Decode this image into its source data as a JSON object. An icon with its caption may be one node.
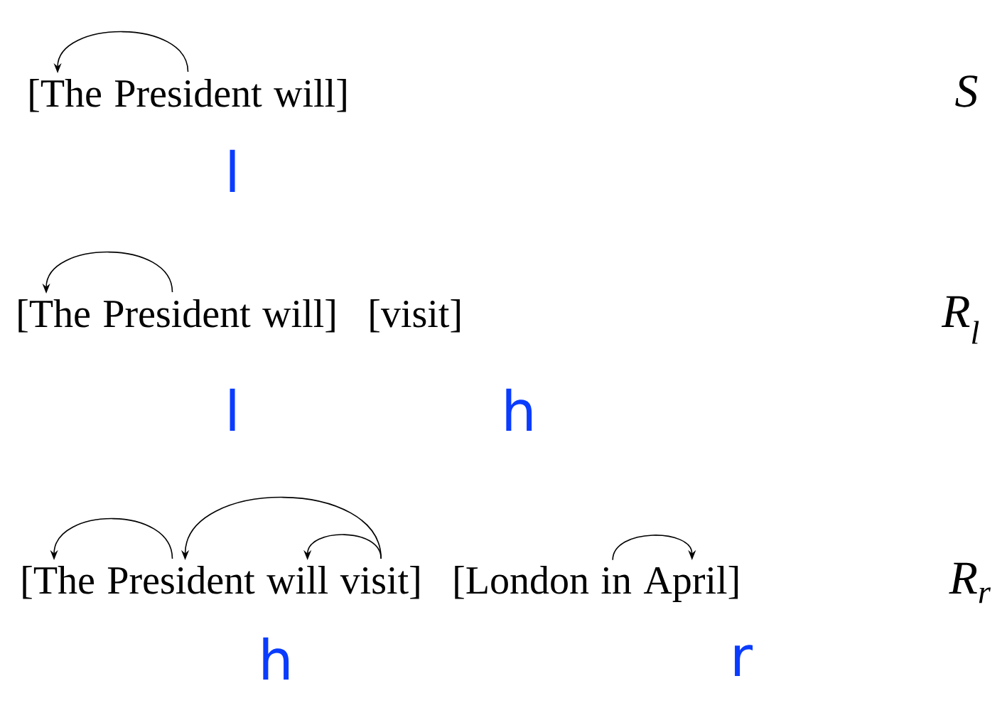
{
  "diagram": {
    "nodes": [
      {
        "text": [
          "[The"
        ]
      },
      {
        "text": [
          "President"
        ]
      },
      {
        "text": [
          "will]"
        ]
      },
      {
        "text": [
          "[The"
        ]
      },
      {
        "text": [
          "President"
        ]
      },
      {
        "text": [
          "will]"
        ]
      },
      {
        "text": [
          "[visit]"
        ]
      },
      {
        "text": [
          "[The"
        ]
      },
      {
        "text": [
          "President"
        ]
      },
      {
        "text": [
          "will"
        ]
      },
      {
        "text": [
          "visit]"
        ]
      },
      {
        "text": [
          "[London"
        ]
      },
      {
        "text": [
          "in"
        ]
      },
      {
        "text": [
          "April]"
        ]
      }
    ],
    "edges": [
      {
        "from": 1,
        "to": 0,
        "arrow": "to"
      },
      {
        "from": 4,
        "to": 3,
        "arrow": "to"
      },
      {
        "from": 8,
        "to": 7,
        "arrow": "to"
      },
      {
        "from": 10,
        "to": 8,
        "arrow": "to"
      },
      {
        "from": 10,
        "to": 9,
        "arrow": "to"
      },
      {
        "from": 12,
        "to": 13,
        "arrow": "to"
      }
    ],
    "labels": [
      "S",
      "l",
      "R$_{l}$",
      "l",
      "h",
      "R$_{r}$",
      "h",
      "r"
    ]
  }
}
